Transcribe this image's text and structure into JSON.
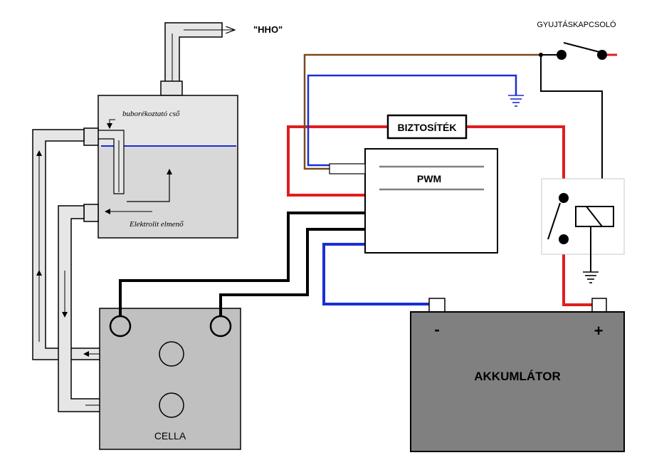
{
  "labels": {
    "hho": "\"HHO\"",
    "gyujtaskapcsolo": "GYUJTÁSKAPCSOLÓ",
    "biztositek": "BIZTOSÍTÉK",
    "pwm": "PWM",
    "buborekoztato": "buborékoztató cső",
    "elektrolit": "Elektrolit elmenő",
    "cella": "CELLA",
    "akkumlator": "AKKUMLÁTOR",
    "minus": "-",
    "plus": "+"
  },
  "colors": {
    "wire_red": "#e01e1e",
    "wire_blue": "#1a2fd6",
    "wire_brown": "#7a4a1e",
    "wire_black": "#000000",
    "tank_fill": "#e6e6e6",
    "cell_fill": "#c0c0c0",
    "battery_fill": "#808080",
    "water_line": "#1a2fd6"
  }
}
